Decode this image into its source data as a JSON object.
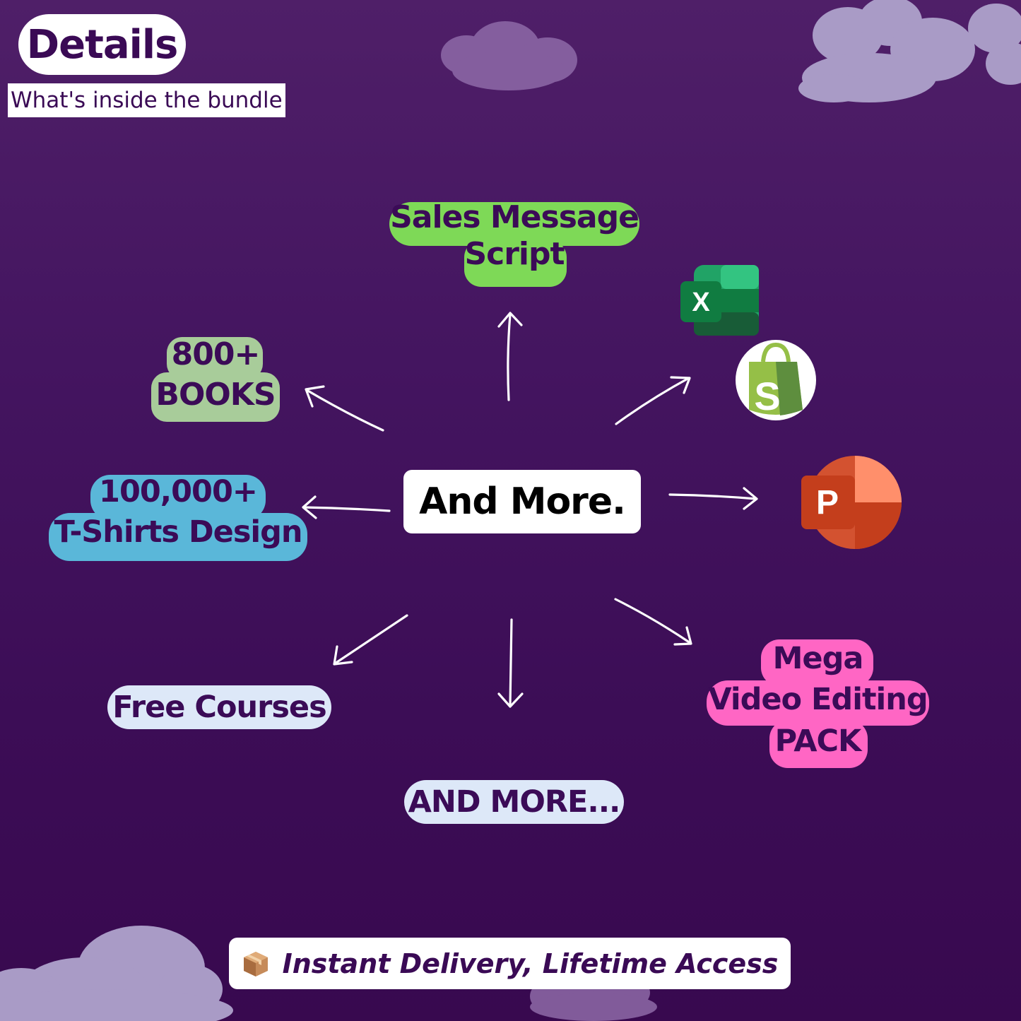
{
  "header": {
    "title": "Details",
    "subtitle": "What's inside the bundle"
  },
  "center": {
    "label": "And More."
  },
  "items": {
    "sales": {
      "line1": "Sales Message",
      "line2": "Script",
      "color": "#7ed957"
    },
    "books": {
      "line1": "800+",
      "line2": "BOOKS",
      "color": "#a8cc9a"
    },
    "tshirts": {
      "line1": "100,000+",
      "line2": "T-Shirts Design",
      "color": "#5ab7d9"
    },
    "courses": {
      "line1": "Free Courses",
      "color": "#dde8f8"
    },
    "more": {
      "line1": "AND MORE...",
      "color": "#dde8f8"
    },
    "video": {
      "line1": "Mega",
      "line2": "Video Editing",
      "line3": "PACK",
      "color": "#ff66c4"
    }
  },
  "apps": {
    "excel": {
      "icon": "excel-icon",
      "letter": "X"
    },
    "shopify": {
      "icon": "shopify-icon",
      "letter": "S"
    },
    "powerpoint": {
      "icon": "powerpoint-icon",
      "letter": "P"
    }
  },
  "footer": {
    "icon": "package-icon",
    "text": "Instant Delivery, Lifetime Access"
  }
}
